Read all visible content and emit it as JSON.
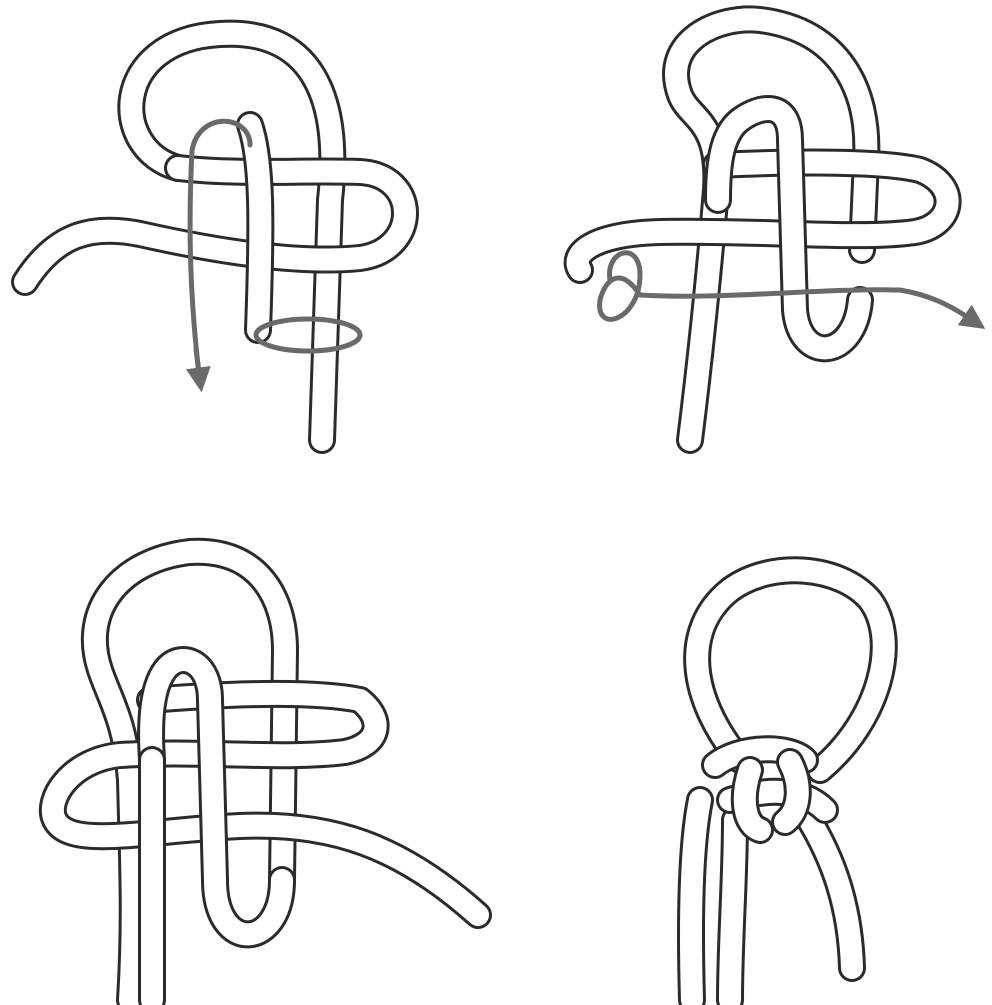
{
  "diagram": {
    "steps": [
      {
        "id": "step-1",
        "arrow_direction": "down"
      },
      {
        "id": "step-2",
        "arrow_direction": "right"
      },
      {
        "id": "step-3",
        "arrow_direction": "none"
      },
      {
        "id": "step-4",
        "arrow_direction": "none"
      }
    ]
  },
  "colors": {
    "rope_outline": "#2b2b2b",
    "rope_fill": "#ffffff",
    "guide": "#6a6a6a",
    "background": "#ffffff"
  }
}
